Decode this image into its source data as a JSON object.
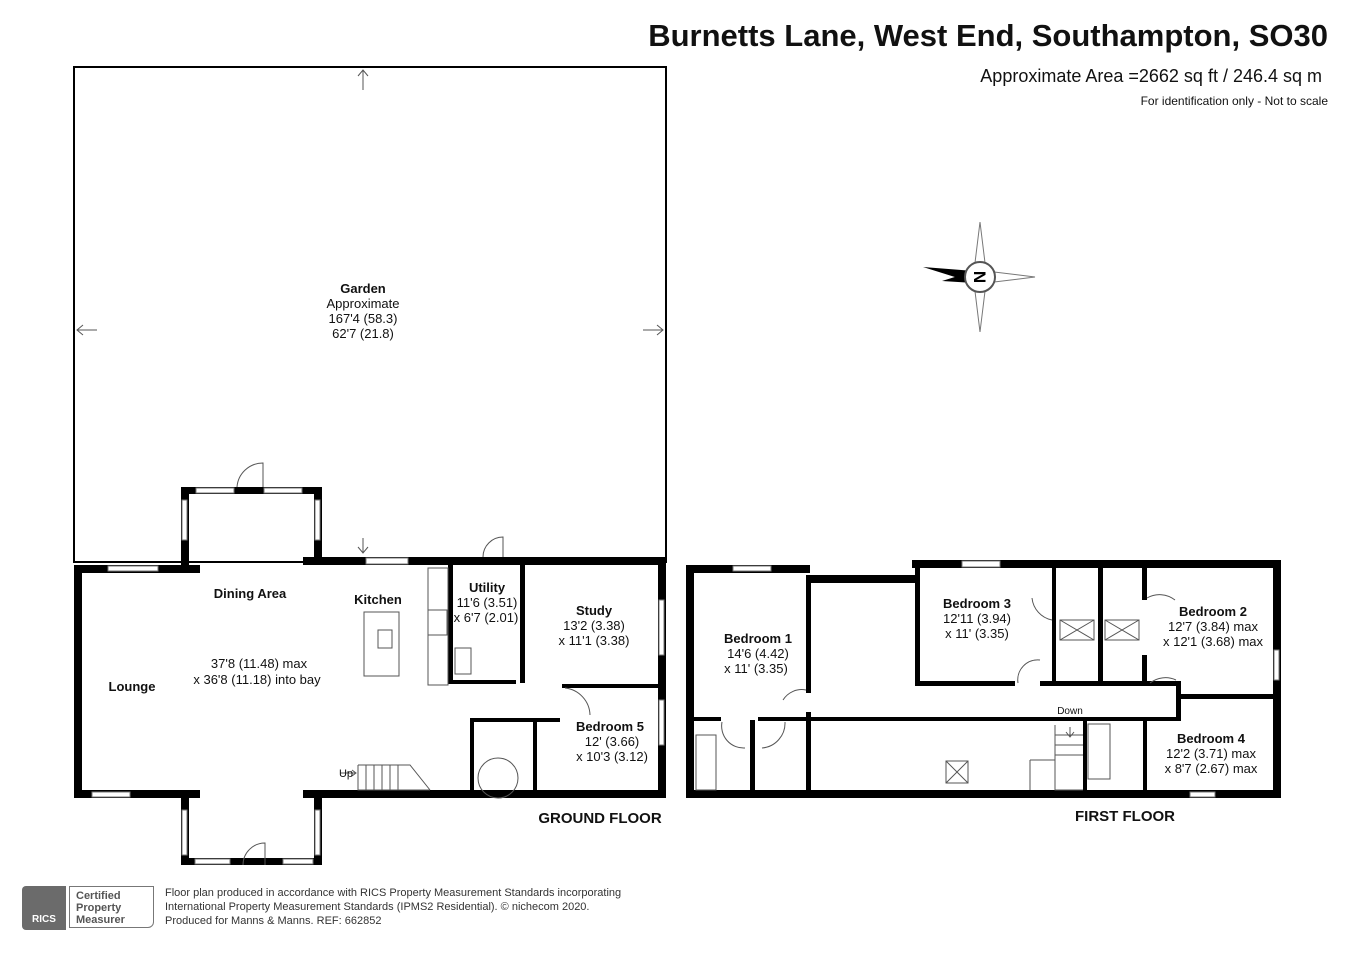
{
  "header": {
    "title": "Burnetts Lane, West End, Southampton, SO30",
    "area": "Approximate Area =2662 sq ft / 246.4 sq m",
    "note": "For identification only - Not to scale"
  },
  "compass": {
    "label": "N",
    "icon": "compass-rose-icon"
  },
  "garden": {
    "name": "Garden",
    "line1": "Approximate",
    "line2": "167'4 (58.3)",
    "line3": "62'7 (21.8)"
  },
  "ground_floor": {
    "label": "GROUND FLOOR",
    "dining": "Dining Area",
    "kitchen": "Kitchen",
    "lounge": "Lounge",
    "main_dim1": "37'8 (11.48) max",
    "main_dim2": "x 36'8 (11.18) into bay",
    "utility": {
      "name": "Utility",
      "d1": "11'6 (3.51)",
      "d2": "x 6'7 (2.01)"
    },
    "study": {
      "name": "Study",
      "d1": "13'2 (3.38)",
      "d2": "x 11'1 (3.38)"
    },
    "bedroom5": {
      "name": "Bedroom 5",
      "d1": "12' (3.66)",
      "d2": "x 10'3 (3.12)"
    },
    "stairs": "Up"
  },
  "first_floor": {
    "label": "FIRST FLOOR",
    "bedroom1": {
      "name": "Bedroom 1",
      "d1": "14'6 (4.42)",
      "d2": "x 11' (3.35)"
    },
    "bedroom2": {
      "name": "Bedroom 2",
      "d1": "12'7 (3.84) max",
      "d2": "x 12'1 (3.68) max"
    },
    "bedroom3": {
      "name": "Bedroom 3",
      "d1": "12'11 (3.94)",
      "d2": "x 11' (3.35)"
    },
    "bedroom4": {
      "name": "Bedroom 4",
      "d1": "12'2 (3.71) max",
      "d2": "x 8'7 (2.67) max"
    },
    "stairs": "Down"
  },
  "footer": {
    "rics_logo": "RICS",
    "cert1": "Certified",
    "cert2": "Property",
    "cert3": "Measurer",
    "line1": "Floor plan produced in accordance with RICS Property Measurement Standards incorporating",
    "line2": "International Property Measurement Standards (IPMS2 Residential).   © nichecom 2020.",
    "line3": "Produced for Manns & Manns.   REF: 662852"
  }
}
